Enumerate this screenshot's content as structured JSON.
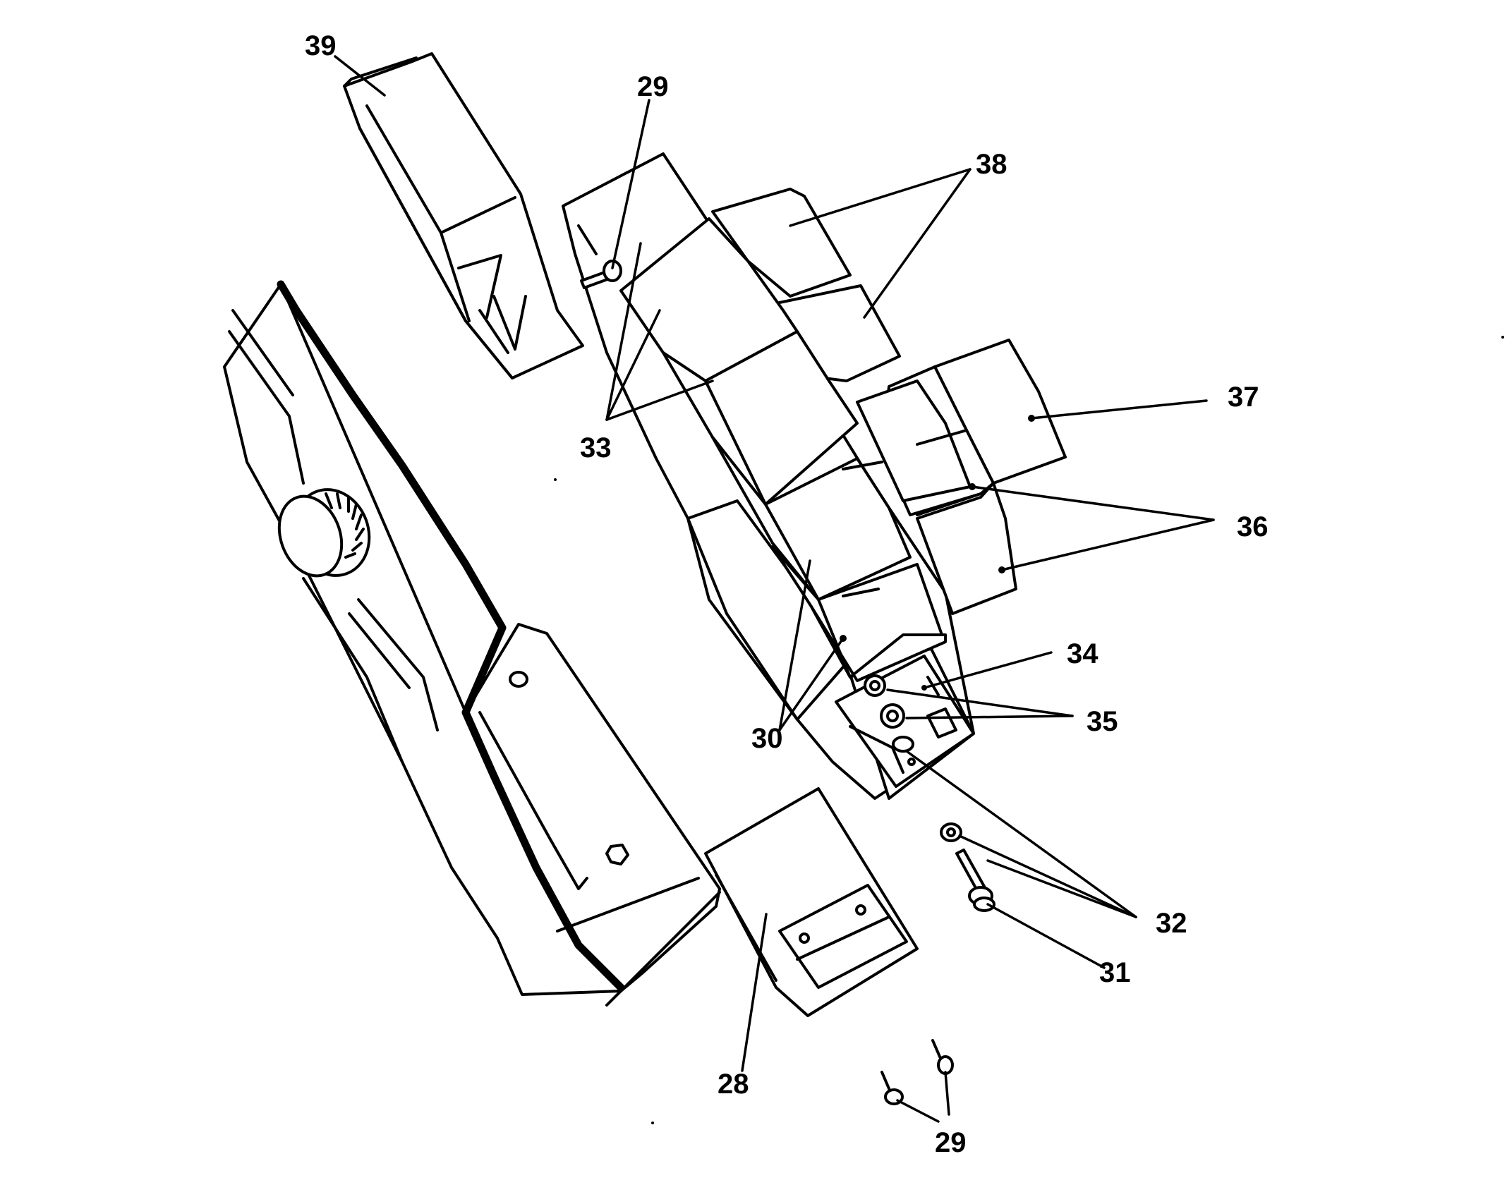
{
  "callouts": {
    "c39": "39",
    "c29_top": "29",
    "c38": "38",
    "c37": "37",
    "c36": "36",
    "c33": "33",
    "c34": "34",
    "c35": "35",
    "c30": "30",
    "c32": "32",
    "c31": "31",
    "c28": "28",
    "c29_bottom": "29"
  },
  "colors": {
    "ink": "#000000",
    "paper": "#ffffff"
  }
}
